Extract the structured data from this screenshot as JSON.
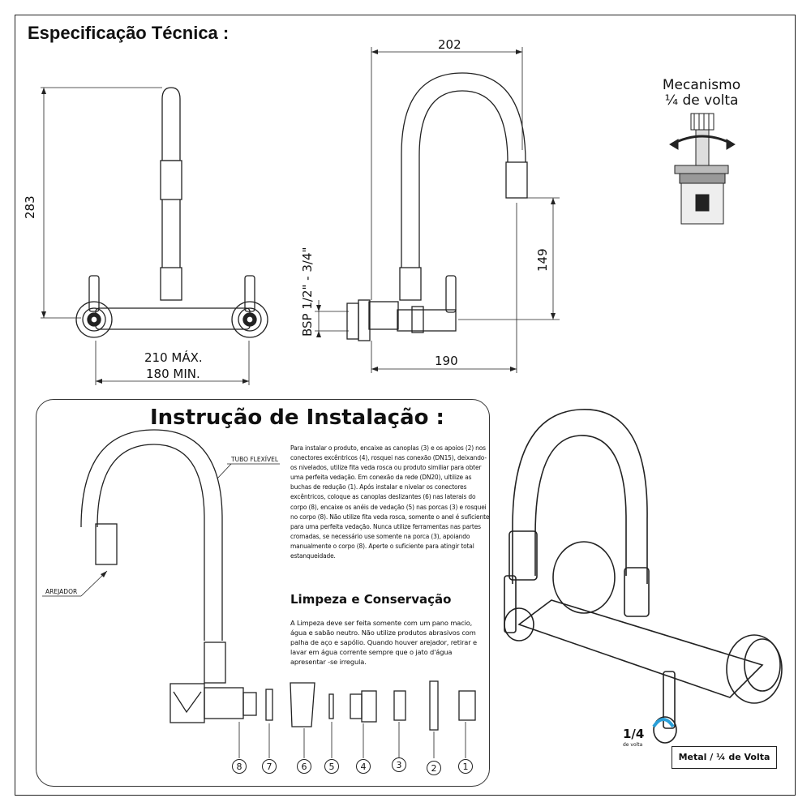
{
  "spec": {
    "title": "Especificação Técnica :",
    "dims": {
      "height_283": "283",
      "width_210": "210 MÁX.",
      "width_180": "180 MIN.",
      "width_202": "202",
      "bsp": "BSP 1/2\" - 3/4\"",
      "height_149": "149",
      "width_190": "190"
    },
    "mechanism": {
      "line1": "Mecanismo",
      "line2": "¼ de volta"
    }
  },
  "install": {
    "title": "Instrução de Instalação :",
    "tubo_label": "TUBO FLEXÍVEL",
    "arejador_label": "AREJADOR",
    "paragraph": "Para instalar o produto, encaixe as canoplas (3) e os apoios (2) nos conectores excêntricos (4), rosquei nas conexão (DN15), deixando-os nivelados, utilize fita veda rosca ou produto similiar para obter uma perfeita vedação. Em conexão da rede (DN20), ultilize as buchas de redução (1). Após instalar e nivelar os conectores excêntricos, coloque as canoplas deslizantes (6) nas laterais do corpo (8), encaixe os anéis de vedação (5) nas porcas (3) e rosquei no corpo (8). Não utilize fita veda rosca, somente o anel é suficiente para uma perfeita vedação. Nunca utilize ferramentas nas partes cromadas, se necessário use somente na porca (3), apoiando manualmente o corpo (8). Aperte o suficiente para atingir total estanqueidade.",
    "cleaning_title": "Limpeza e Conservação",
    "cleaning_paragraph": "A Limpeza deve ser feita somente com um pano macio, água e sabão neutro. Não utilize produtos abrasivos com palha de aço e sapólio. Quando houver arejador, retirar e lavar em água corrente sempre que o jato d'água apresentar -se irregula.",
    "parts": [
      "8",
      "7",
      "6",
      "5",
      "4",
      "3",
      "2",
      "1"
    ]
  },
  "render": {
    "quarter": "1/4",
    "quarter_sub": "de volta",
    "badge": "Metal / ¼ de Volta",
    "accent": "#2a9fd8"
  }
}
